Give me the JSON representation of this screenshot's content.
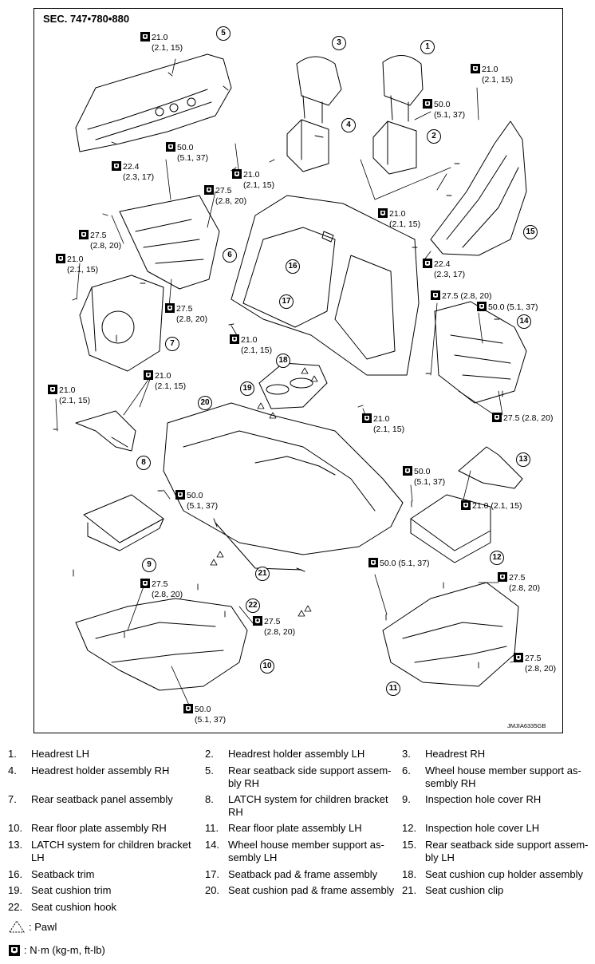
{
  "diagram": {
    "section_code": "SEC. 747•780•880",
    "diagram_id": "JMJIA6335GB",
    "torques": [
      {
        "v1": "21.0",
        "v2": "(2.1, 15)"
      },
      {
        "v1": "22.4",
        "v2": "(2.3, 17)"
      },
      {
        "v1": "50.0",
        "v2": "(5.1, 37)"
      },
      {
        "v1": "21.0",
        "v2": "(2.1, 15)"
      },
      {
        "v1": "27.5",
        "v2": "(2.8, 20)"
      },
      {
        "v1": "27.5",
        "v2": "(2.8, 20)"
      },
      {
        "v1": "21.0",
        "v2": "(2.1, 15)"
      },
      {
        "v1": "27.5",
        "v2": "(2.8, 20)"
      },
      {
        "v1": "21.0",
        "v2": "(2.1, 15)"
      },
      {
        "v1": "21.0",
        "v2": "(2.1, 15)"
      },
      {
        "v1": "21.0",
        "v2": "(2.1, 15)"
      },
      {
        "v1": "50.0",
        "v2": "(5.1, 37)"
      },
      {
        "v1": "21.0",
        "v2": "(2.1, 15)"
      },
      {
        "v1": "21.0",
        "v2": "(2.1, 15)"
      },
      {
        "v1": "22.4",
        "v2": "(2.3, 17)"
      },
      {
        "v1": "27.5 (2.8, 20)",
        "v2": ""
      },
      {
        "v1": "50.0 (5.1, 37)",
        "v2": ""
      },
      {
        "v1": "27.5 (2.8, 20)",
        "v2": ""
      },
      {
        "v1": "21.0",
        "v2": "(2.1, 15)"
      },
      {
        "v1": "50.0",
        "v2": "(5.1, 37)"
      },
      {
        "v1": "21.0 (2.1, 15)",
        "v2": ""
      },
      {
        "v1": "50.0",
        "v2": "(5.1, 37)"
      },
      {
        "v1": "50.0 (5.1, 37)",
        "v2": ""
      },
      {
        "v1": "27.5",
        "v2": "(2.8, 20)"
      },
      {
        "v1": "27.5",
        "v2": "(2.8, 20)"
      },
      {
        "v1": "27.5",
        "v2": "(2.8, 20)"
      },
      {
        "v1": "27.5",
        "v2": "(2.8, 20)"
      },
      {
        "v1": "50.0",
        "v2": "(5.1, 37)"
      }
    ],
    "callouts": [
      "1",
      "2",
      "3",
      "4",
      "5",
      "6",
      "7",
      "8",
      "9",
      "10",
      "11",
      "12",
      "13",
      "14",
      "15",
      "16",
      "17",
      "18",
      "19",
      "20",
      "21",
      "22"
    ]
  },
  "legend": {
    "items": [
      {
        "num": "1.",
        "text": "Headrest LH"
      },
      {
        "num": "2.",
        "text": "Headrest holder assembly LH"
      },
      {
        "num": "3.",
        "text": "Headrest RH"
      },
      {
        "num": "4.",
        "text": "Headrest holder assembly RH"
      },
      {
        "num": "5.",
        "text": "Rear seatback side support assem-\nbly RH"
      },
      {
        "num": "6.",
        "text": "Wheel house member support as-\nsembly RH"
      },
      {
        "num": "7.",
        "text": "Rear seatback panel assembly"
      },
      {
        "num": "8.",
        "text": "LATCH system for children bracket\nRH"
      },
      {
        "num": "9.",
        "text": "Inspection hole cover RH"
      },
      {
        "num": "10.",
        "text": "Rear floor plate assembly RH"
      },
      {
        "num": "11.",
        "text": "Rear floor plate assembly LH"
      },
      {
        "num": "12.",
        "text": "Inspection hole cover LH"
      },
      {
        "num": "13.",
        "text": "LATCH system for children bracket\nLH"
      },
      {
        "num": "14.",
        "text": "Wheel house member support as-\nsembly LH"
      },
      {
        "num": "15.",
        "text": "Rear seatback side support assem-\nbly LH"
      },
      {
        "num": "16.",
        "text": "Seatback trim"
      },
      {
        "num": "17.",
        "text": "Seatback pad & frame assembly"
      },
      {
        "num": "18.",
        "text": "Seat cushion cup holder assembly"
      },
      {
        "num": "19.",
        "text": "Seat cushion trim"
      },
      {
        "num": "20.",
        "text": "Seat cushion pad & frame assembly"
      },
      {
        "num": "21.",
        "text": "Seat cushion clip"
      },
      {
        "num": "22.",
        "text": "Seat cushion hook"
      }
    ],
    "pawl_label": ": Pawl",
    "torque_label": ": N·m (kg-m, ft-lb)"
  }
}
